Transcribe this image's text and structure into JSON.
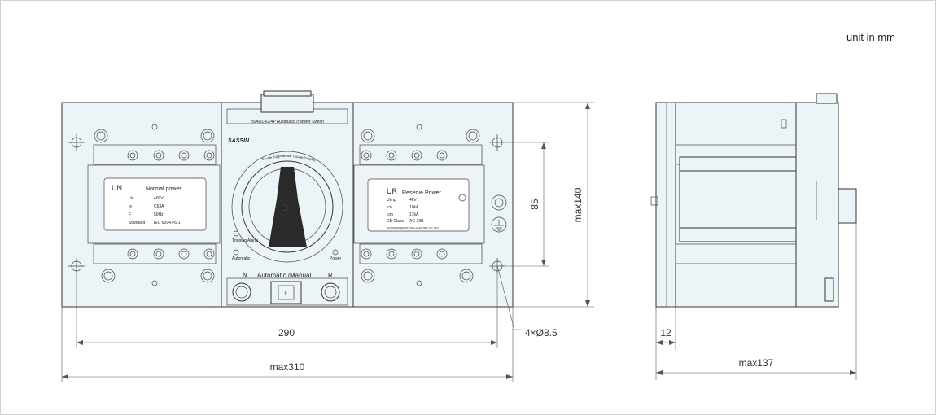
{
  "header": {
    "unit_note": "unit in mm"
  },
  "front_view": {
    "top_label": "3SAQ1-63/4P  Automatic Transfer Switch",
    "brand": "SASSIN",
    "knob_labels": {
      "double_tripping_left": "Double Tripping",
      "reset": "Reset",
      "double_tripping_right": "Double Tripping"
    },
    "indicators": {
      "tripping_alarm": "Tripping Alarm",
      "automatic": "Automatic",
      "power": "Power"
    },
    "mode": {
      "n": "N",
      "title": "Automatic /Manual",
      "r": "R",
      "switch_mark": "0"
    },
    "normal_power": {
      "symbol": "UN",
      "title": "Normal power",
      "rows": [
        {
          "k": "Ue",
          "v": "400V"
        },
        {
          "k": "Ie",
          "v": "C63A"
        },
        {
          "k": "F",
          "v": "50Hz"
        },
        {
          "k": "Standard",
          "v": "IEC 60947-6-1"
        }
      ]
    },
    "reserve_power": {
      "symbol": "UR",
      "title": "Reserve Power",
      "rows": [
        {
          "k": "Uimp",
          "v": "4kV"
        },
        {
          "k": "Icn",
          "v": "10kA"
        },
        {
          "k": "Icm",
          "v": "17kA"
        },
        {
          "k": "CB Class",
          "v": "AC-33B"
        }
      ],
      "maker": "SASSIN INTERNATIONAL ELECTRIC CO.,LTD."
    }
  },
  "dimensions": {
    "width_holes": "290",
    "width_max": "max310",
    "hole_spacing": "85",
    "height_max": "max140",
    "holes": "4×Ø8.5",
    "depth_flange": "12",
    "depth_max": "max137"
  },
  "colors": {
    "body": "#ecf4f8",
    "line": "#333333",
    "bg": "#ffffff"
  }
}
